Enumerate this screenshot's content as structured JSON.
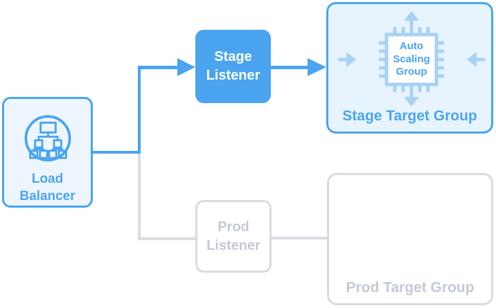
{
  "diagram": {
    "type": "load-balancer-listener-target-group-architecture",
    "colors": {
      "primary_blue": "#4AA4EF",
      "light_blue_fill": "#EDF6FE",
      "lighter_blue_fill": "#E8F4FD",
      "icon_blue": "#A8D2F5",
      "gray_border": "#D7DBE2",
      "gray_text": "#C4CAD5",
      "gray_line": "#D9DCE0"
    },
    "nodes": {
      "load_balancer": {
        "label": "Load Balancer",
        "icon": "load-balancer-icon",
        "state": "active"
      },
      "stage_listener": {
        "label": "Stage Listener",
        "state": "active"
      },
      "prod_listener": {
        "label": "Prod Listener",
        "state": "inactive"
      },
      "stage_target_group": {
        "label": "Stage Target Group",
        "chip_label": "Auto Scaling Group",
        "icon": "auto-scaling-group-icon",
        "state": "active"
      },
      "prod_target_group": {
        "label": "Prod Target Group",
        "state": "inactive"
      }
    },
    "edges": [
      {
        "from": "Load Balancer",
        "to": "Stage Listener",
        "style": "blue",
        "arrow": true
      },
      {
        "from": "Stage Listener",
        "to": "Stage Target Group",
        "style": "blue",
        "arrow": true
      },
      {
        "from": "Load Balancer",
        "to": "Prod Listener",
        "style": "gray",
        "arrow": false
      },
      {
        "from": "Prod Listener",
        "to": "Prod Target Group",
        "style": "gray",
        "arrow": false
      }
    ]
  }
}
